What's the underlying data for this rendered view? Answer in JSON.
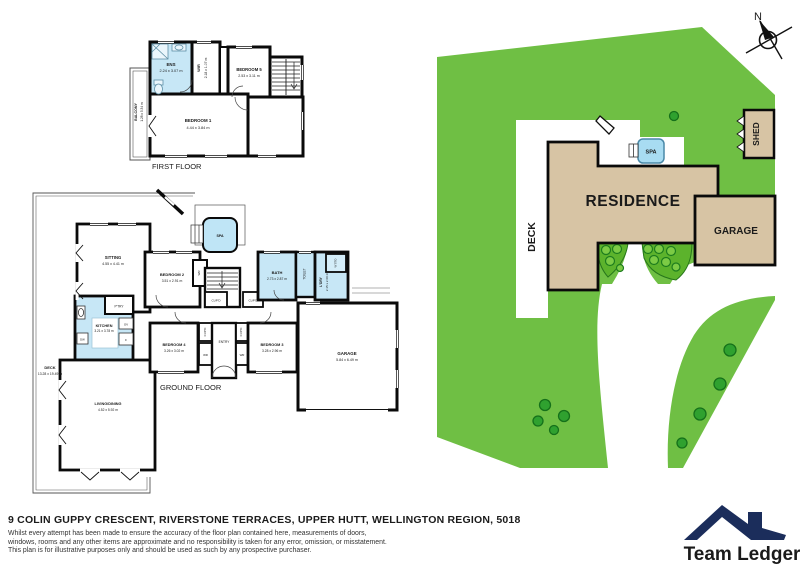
{
  "page": {
    "address": "9 COLIN GUPPY CRESCENT, RIVERSTONE TERRACES, UPPER HUTT, WELLINGTON REGION, 5018",
    "disclaimer_line1": "Whilst every attempt has been made to ensure the accuracy of the floor plan contained here, measurements of doors,",
    "disclaimer_line2": "windows, rooms and any other items are approximate and no responsibility is taken for any error, omission, or misstatement.",
    "disclaimer_line3": "This plan is for illustrative purposes only and should be used as such by any prospective purchaser."
  },
  "branding": {
    "name": "Team Ledger",
    "navy": "#1B2D5B",
    "blue": "#2BA7E0"
  },
  "compass": {
    "north": "N"
  },
  "first_floor": {
    "title": "FIRST FLOOR",
    "rooms": {
      "balcony": {
        "name": "BALCONY",
        "dims": "1.28 x 5.34 m"
      },
      "ens": {
        "name": "ENS",
        "dims": "2.24 x 3.07 m"
      },
      "wir": {
        "name": "WIR",
        "dims": "2.18 x 1.07 m"
      },
      "bedroom5": {
        "name": "BEDROOM 5",
        "dims": "2.53 x 3.11 m"
      },
      "bedroom1": {
        "name": "BEDROOM 1",
        "dims": "4.44 x 3.84 m"
      }
    }
  },
  "ground_floor": {
    "title": "GROUND FLOOR",
    "rooms": {
      "sitting": {
        "name": "SITTING",
        "dims": "4.55 x 4.41 m"
      },
      "spa": {
        "name": "SPA"
      },
      "bedroom2": {
        "name": "BEDROOM 2",
        "dims": "3.51 x 2.91 m"
      },
      "bath": {
        "name": "BATH",
        "dims": "2.73 x 2.87 m"
      },
      "toilet": {
        "name": "TOILET"
      },
      "laundry": {
        "name": "L'DRY",
        "dims": "2.15 x 2.60 m"
      },
      "wsto": {
        "name": "W'STO"
      },
      "wr": {
        "name": "WR"
      },
      "cupd": {
        "name": "CUP'D"
      },
      "pantry": {
        "name": "P'TRY"
      },
      "kitchen": {
        "name": "KITCHEN",
        "dims": "3.21 x 3.78 m"
      },
      "oven": {
        "name": "OV"
      },
      "dishwasher": {
        "name": "DW"
      },
      "fridge": {
        "name": "F"
      },
      "deck": {
        "name": "DECK",
        "dims": "13.28 x 19.49 m"
      },
      "living": {
        "name": "LIVING/DINING",
        "dims": "4.52 x 5.92 m"
      },
      "bedroom4": {
        "name": "BEDROOM 4",
        "dims": "3.26 x 3.02 m"
      },
      "entry": {
        "name": "ENTRY"
      },
      "bedroom3": {
        "name": "BEDROOM 3",
        "dims": "3.28 x 2.96 m"
      },
      "garage": {
        "name": "GARAGE",
        "dims": "5.84 x 6.49 m"
      }
    }
  },
  "site_plan": {
    "residence": "RESIDENCE",
    "garage": "GARAGE",
    "deck": "DECK",
    "spa": "SPA",
    "shed": "SHED",
    "lawn_color": "#6FBF44",
    "building_color": "#D7C4A4",
    "water_color": "#A8DCF2"
  }
}
